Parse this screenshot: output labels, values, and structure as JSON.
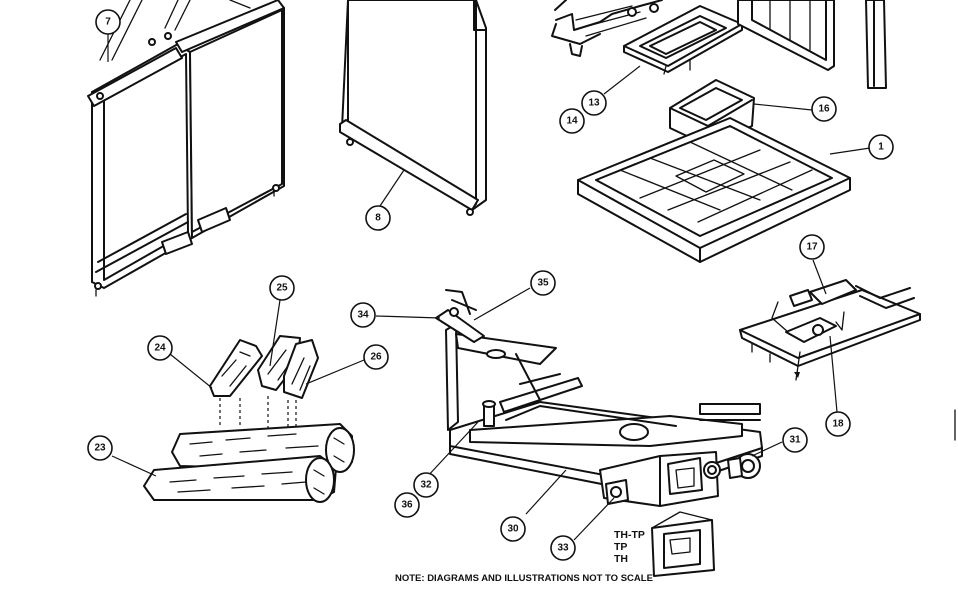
{
  "diagram": {
    "callouts": [
      {
        "id": "7",
        "label": "7"
      },
      {
        "id": "8",
        "label": "8"
      },
      {
        "id": "13",
        "label": "13"
      },
      {
        "id": "14",
        "label": "14"
      },
      {
        "id": "16",
        "label": "16"
      },
      {
        "id": "1",
        "label": "1"
      },
      {
        "id": "17",
        "label": "17"
      },
      {
        "id": "18",
        "label": "18"
      },
      {
        "id": "25",
        "label": "25"
      },
      {
        "id": "24",
        "label": "24"
      },
      {
        "id": "26",
        "label": "26"
      },
      {
        "id": "23",
        "label": "23"
      },
      {
        "id": "35",
        "label": "35"
      },
      {
        "id": "34",
        "label": "34"
      },
      {
        "id": "31",
        "label": "31"
      },
      {
        "id": "32",
        "label": "32"
      },
      {
        "id": "36",
        "label": "36"
      },
      {
        "id": "30",
        "label": "30"
      },
      {
        "id": "33",
        "label": "33"
      }
    ],
    "valve_types": [
      "TH-TP",
      "TP",
      "TH"
    ],
    "note": "NOTE: DIAGRAMS AND ILLUSTRATIONS NOT TO SCALE"
  }
}
